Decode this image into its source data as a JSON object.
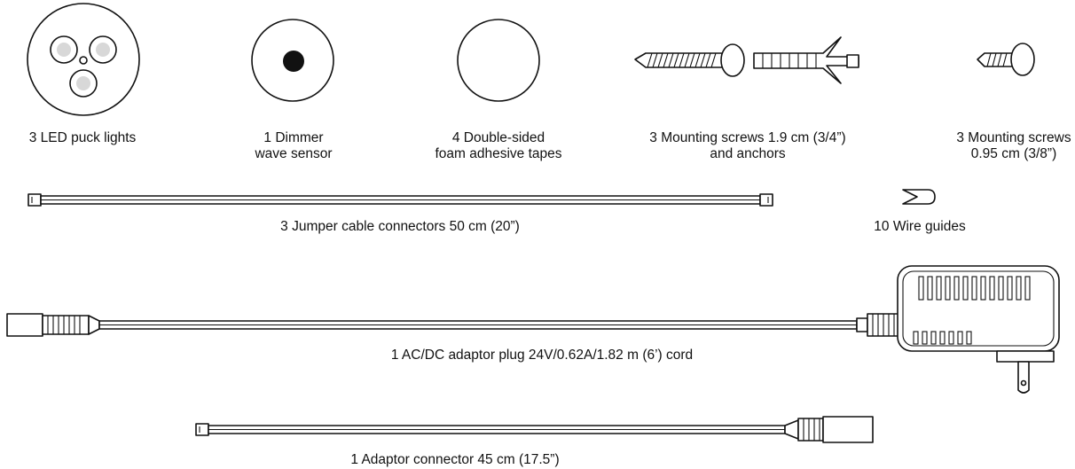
{
  "items": {
    "puck_lights": {
      "label": "3 LED puck lights"
    },
    "dimmer": {
      "line1": "1 Dimmer",
      "line2": "wave sensor"
    },
    "tapes": {
      "line1": "4 Double-sided",
      "line2": "foam adhesive tapes"
    },
    "screws_long": {
      "line1": "3 Mounting screws 1.9 cm (3/4”)",
      "line2": "and anchors"
    },
    "screws_short": {
      "line1": "3 Mounting screws",
      "line2": "0.95 cm (3/8”)"
    },
    "jumper": {
      "label": "3 Jumper cable connectors 50 cm (20”)"
    },
    "wire_guides": {
      "label": "10 Wire guides"
    },
    "adaptor_plug": {
      "label": "1 AC/DC adaptor plug 24V/0.62A/1.82 m (6’) cord"
    },
    "adaptor_connector": {
      "label": "1 Adaptor connector 45 cm (17.5”)"
    }
  },
  "colors": {
    "ink": "#111111",
    "paper": "#ffffff",
    "lens_grey": "#d8d8d8"
  }
}
